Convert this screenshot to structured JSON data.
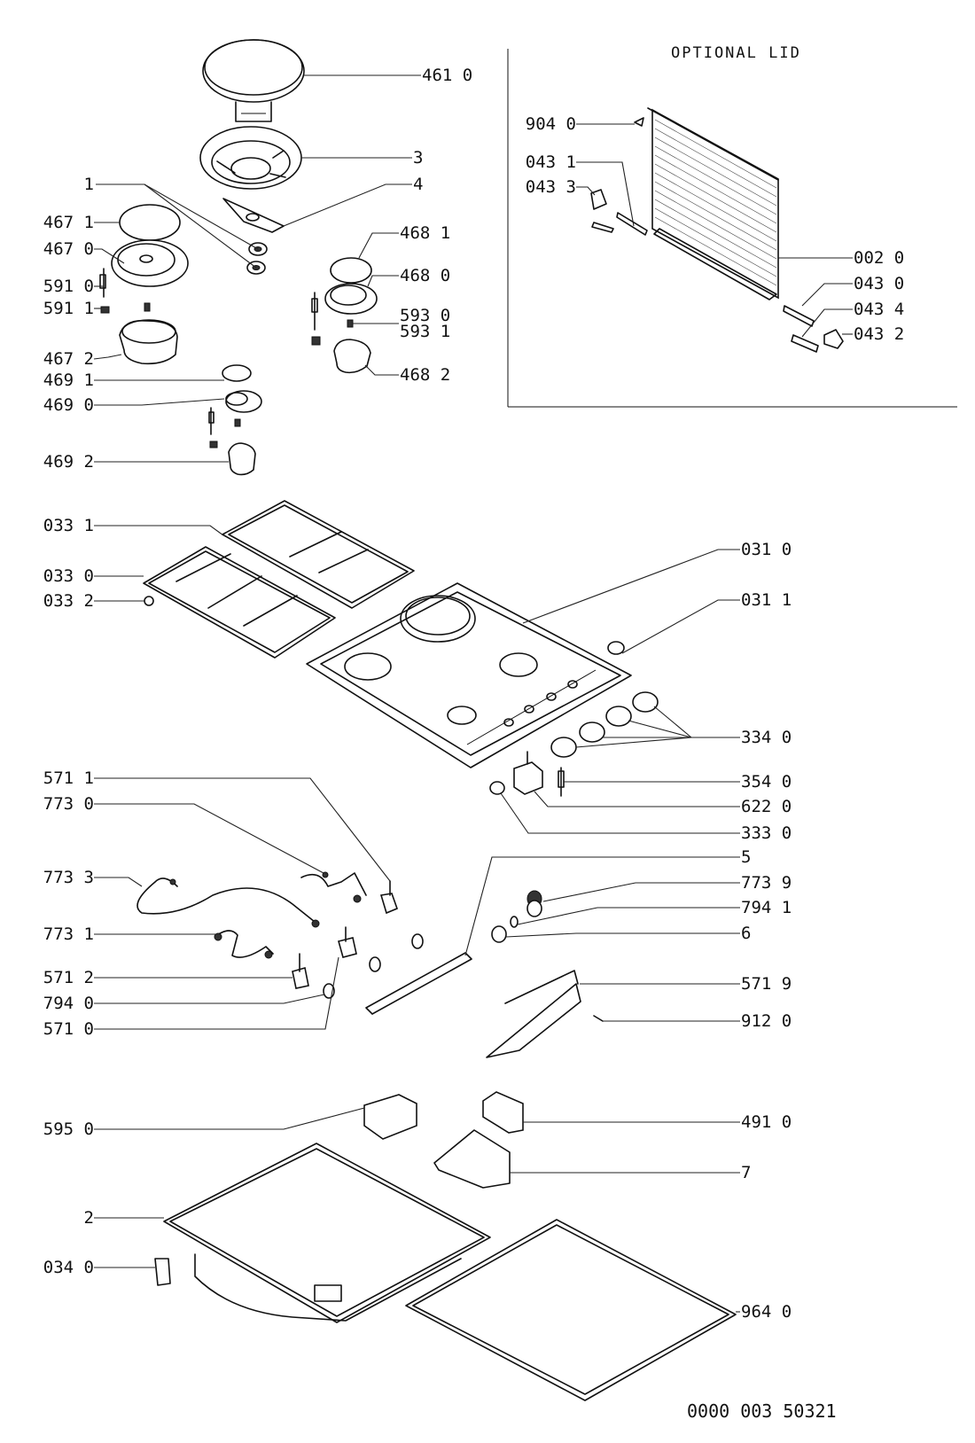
{
  "diagram": {
    "type": "exploded-parts-diagram",
    "subject": "gas/electric hob",
    "optional_lid_title": "OPTIONAL LID",
    "document_number": "0000 003 50321"
  },
  "callouts": {
    "c4610": "461 0",
    "c3": "3",
    "c4": "4",
    "c1": "1",
    "c4671": "467 1",
    "c4670": "467 0",
    "c5910": "591 0",
    "c5911": "591 1",
    "c4672": "467 2",
    "c4681": "468 1",
    "c4680": "468 0",
    "c5930": "593 0",
    "c5931": "593 1",
    "c4682": "468 2",
    "c4691": "469 1",
    "c4690": "469 0",
    "c4692": "469 2",
    "c9040": "904 0",
    "c0431": "043 1",
    "c0433": "043 3",
    "c0020": "002 0",
    "c0430": "043 0",
    "c0434": "043 4",
    "c0432": "043 2",
    "c0331": "033 1",
    "c0330": "033 0",
    "c0332": "033 2",
    "c0310": "031 0",
    "c0311": "031 1",
    "c3340": "334 0",
    "c3540": "354 0",
    "c6220": "622 0",
    "c3330": "333 0",
    "c5711": "571 1",
    "c7730": "773 0",
    "c7733": "773 3",
    "c7731": "773 1",
    "c5712": "571 2",
    "c7940": "794 0",
    "c5710": "571 0",
    "c5": "5",
    "c7739": "773 9",
    "c7941": "794 1",
    "c6": "6",
    "c5719": "571 9",
    "c9120": "912 0",
    "c5950": "595 0",
    "c4910": "491 0",
    "c7": "7",
    "c2": "2",
    "c0340": "034 0",
    "c9640": "964 0"
  }
}
